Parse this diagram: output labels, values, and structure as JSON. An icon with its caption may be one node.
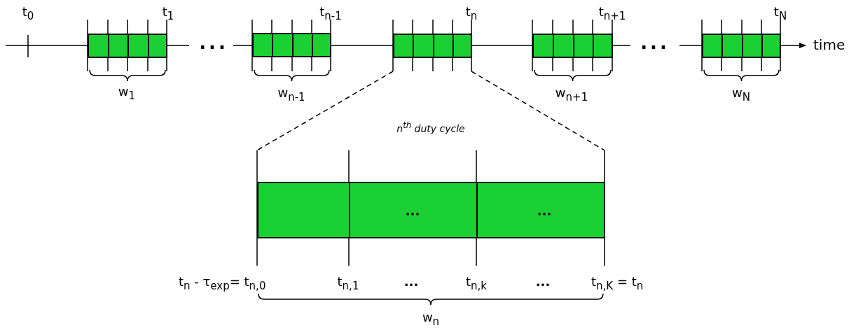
{
  "diagram": {
    "nodes": [
      {
        "text": [],
        "shape": "bar",
        "beside": [
          "w$_{1}$"
        ]
      },
      {
        "text": [],
        "shape": "bar",
        "beside": [
          "w$_{n-1}$"
        ]
      },
      {
        "text": [],
        "shape": "bar"
      },
      {
        "text": [],
        "shape": "bar",
        "beside": [
          "w$_{n+1}$"
        ]
      },
      {
        "text": [],
        "shape": "bar",
        "beside": [
          "w$_{N}$"
        ]
      },
      {
        "text": [
          "...",
          "..."
        ]
      }
    ],
    "edges": [
      {
        "from": 2,
        "to": 5,
        "arrow": "none",
        "style": "dashed"
      },
      {
        "from": 2,
        "to": 5,
        "arrow": "none",
        "style": "dashed"
      }
    ],
    "labels": [
      "t$_{0}$",
      "t$_{1}$",
      "t$_{n-1}$",
      "t$_{n}$",
      "t$_{n+1}$",
      "t$_{N}$",
      "...",
      "...",
      "time",
      "n$^{th}$ duty cycle",
      "t$_{n}$ - τ$_{exp}$= t$_{n,0}$",
      "t$_{n,1}$",
      "...",
      "t$_{n,k}$",
      "...",
      "t$_{n,K}$ = t$_{n}$",
      "w$_{n}$"
    ]
  }
}
